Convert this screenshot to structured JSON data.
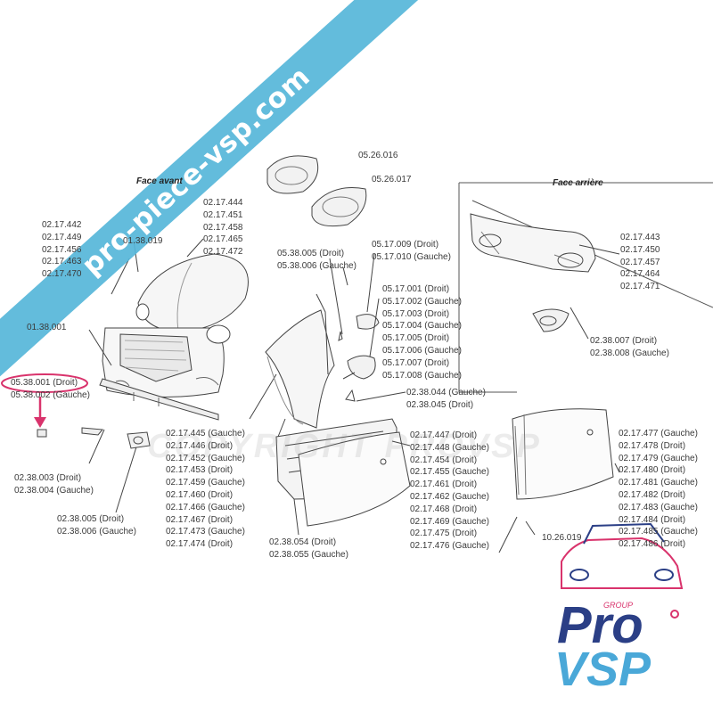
{
  "watermark": {
    "banner_text": "pro-piece-vsp.com",
    "copyright_text": "COPYRIGHT PROVSP",
    "banner_color": "#56b6d9"
  },
  "headings": {
    "front": "Face avant",
    "rear": "Face arrière"
  },
  "highlight_color": "#d9336c",
  "labels": {
    "headlamp_l": [
      "05.26.016"
    ],
    "headlamp_r": [
      "05.26.017"
    ],
    "hood": [
      "02.17.444",
      "02.17.451",
      "02.17.458",
      "02.17.465",
      "02.17.472"
    ],
    "front_left": [
      "02.17.442",
      "02.17.449",
      "02.17.456",
      "02.17.463",
      "02.17.470"
    ],
    "grille_part": [
      "01.38.019"
    ],
    "grille": [
      "01.38.001"
    ],
    "fog_trim": [
      "05.38.001 (Droit)",
      "05.38.002 (Gauche)"
    ],
    "corner_trim": [
      "02.38.003 (Droit)",
      "02.38.004 (Gauche)"
    ],
    "fog_bezel": [
      "02.38.005 (Droit)",
      "02.38.006 (Gauche)"
    ],
    "wing": [
      "02.17.445 (Gauche)",
      "02.17.446 (Droit)",
      "02.17.452 (Gauche)",
      "02.17.453 (Droit)",
      "02.17.459 (Gauche)",
      "02.17.460 (Droit)",
      "02.17.466 (Gauche)",
      "02.17.467 (Droit)",
      "02.17.473 (Gauche)",
      "02.17.474 (Droit)"
    ],
    "repeater": [
      "05.38.005 (Droit)",
      "05.38.006 (Gauche)"
    ],
    "mirror_glass": [
      "05.17.009 (Droit)",
      "05.17.010 (Gauche)"
    ],
    "mirror": [
      "05.17.001 (Droit)",
      "05.17.002 (Gauche)",
      "05.17.003 (Droit)",
      "05.17.004 (Gauche)",
      "05.17.005 (Droit)",
      "05.17.006 (Gauche)",
      "05.17.007 (Droit)",
      "05.17.008 (Gauche)"
    ],
    "mirror_base": [
      "02.38.044 (Gauche)",
      "02.38.045 (Droit)"
    ],
    "door_inner": [
      "02.38.054 (Droit)",
      "02.38.055 (Gauche)"
    ],
    "door_left": [
      "02.17.447 (Droit)",
      "02.17.448 (Gauche)",
      "02.17.454 (Droit)",
      "02.17.455 (Gauche)",
      "02.17.461 (Droit)",
      "02.17.462 (Gauche)",
      "02.17.468 (Droit)",
      "02.17.469 (Gauche)",
      "02.17.475 (Droit)",
      "02.17.476 (Gauche)"
    ],
    "rear_bumper": [
      "02.17.443",
      "02.17.450",
      "02.17.457",
      "02.17.464",
      "02.17.471"
    ],
    "rear_reflector": [
      "02.38.007 (Droit)",
      "02.38.008 (Gauche)"
    ],
    "door_right": [
      "02.17.477 (Gauche)",
      "02.17.478 (Droit)",
      "02.17.479 (Gauche)",
      "02.17.480 (Droit)",
      "02.17.481 (Gauche)",
      "02.17.482 (Droit)",
      "02.17.483 (Gauche)",
      "02.17.484 (Droit)",
      "02.17.485 (Gauche)",
      "02.17.486 (Droit)"
    ],
    "sill": [
      "10.26.019"
    ]
  },
  "logo": {
    "group": "GROUP",
    "pro": "Pro",
    "vsp": "VSP",
    "color_dark": "#2b3f86",
    "color_light": "#4aa8d8",
    "color_accent": "#d9336c"
  }
}
